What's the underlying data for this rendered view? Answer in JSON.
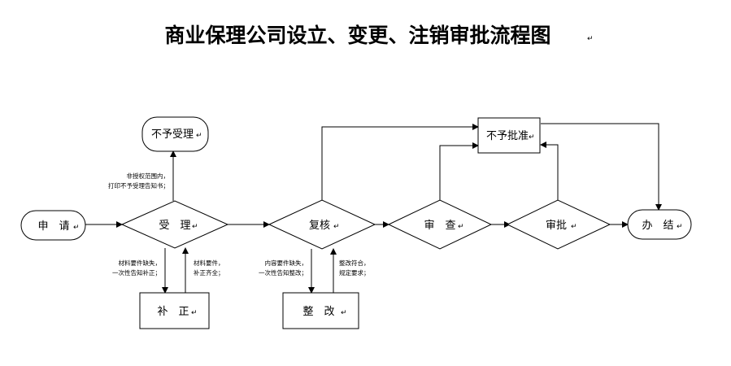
{
  "title": "商业保理公司设立、变更、注销审批流程图",
  "paragraph_mark": "↵",
  "nodes": {
    "apply": "申　请",
    "accept": "受　理",
    "reject": "不予受理",
    "supplement": "补　正",
    "review": "复核",
    "rectify": "整　改",
    "examine": "审　查",
    "approve": "审批",
    "deny": "不予批准",
    "complete": "办　结"
  },
  "notes": {
    "out_of_scope": [
      "非授权范围内，",
      "打印不予受理告知书；"
    ],
    "material_missing": [
      "材料要件缺失，",
      "一次性告知补正；"
    ],
    "material_complete": [
      "材料要件，",
      "补正齐全；"
    ],
    "content_missing": [
      "内容要件缺失，",
      "一次性告知整改；"
    ],
    "rectify_ok": [
      "整改符合，",
      "规定要求；"
    ]
  }
}
